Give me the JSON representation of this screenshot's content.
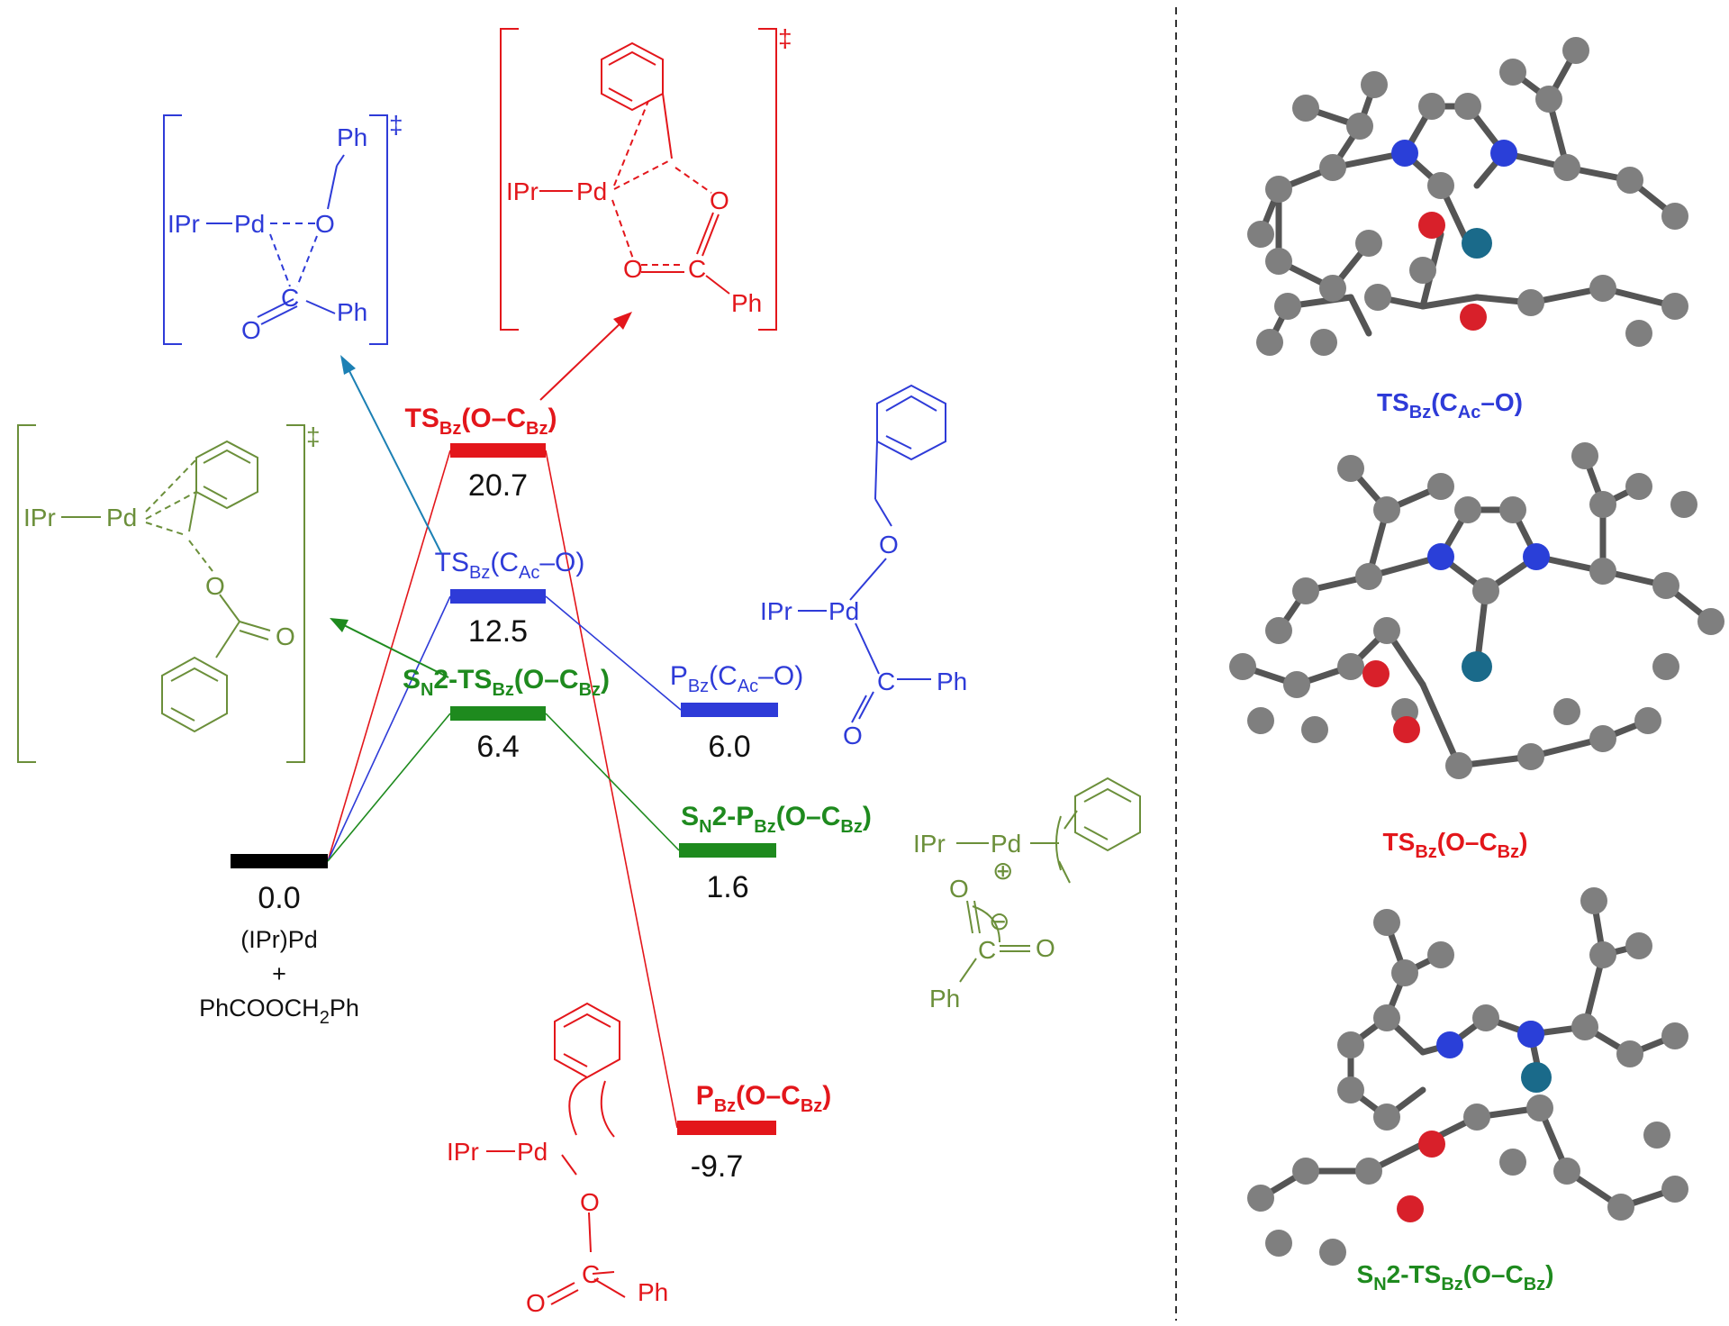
{
  "colors": {
    "black": "#000000",
    "blue": "#2e3bd8",
    "red": "#e3161b",
    "green": "#1e8a1e",
    "olive": "#6b8f3a",
    "steelblue": "#1c80b4",
    "atom_c": "#7f7f7f",
    "atom_n": "#2a3fd8",
    "atom_o": "#d8202a",
    "atom_pd": "#1a6a8a",
    "divider": "#333333"
  },
  "reactant": {
    "energy": "0.0",
    "line1": "(IPr)Pd",
    "line2": "+",
    "line3_pre": "PhCOOCH",
    "line3_sub": "2",
    "line3_post": "Ph"
  },
  "states": {
    "ts_o_cbz": {
      "energy": "20.7",
      "l1": "TS",
      "l1s": "Bz",
      "l2": "(O–C",
      "l2s": "Bz",
      "l3": ")"
    },
    "ts_cac_o": {
      "energy": "12.5",
      "l1": "TS",
      "l1s": "Bz",
      "l2": "(C",
      "l2s": "Ac",
      "l3": "–O)"
    },
    "sn2_ts": {
      "energy": "6.4",
      "p1": "S",
      "p1s": "N",
      "l1": "2-TS",
      "l1s": "Bz",
      "l2": "(O–C",
      "l2s": "Bz",
      "l3": ")"
    },
    "p_cac_o": {
      "energy": "6.0",
      "l1": "P",
      "l1s": "Bz",
      "l2": "(C",
      "l2s": "Ac",
      "l3": "–O)"
    },
    "sn2_p": {
      "energy": "1.6",
      "p1": "S",
      "p1s": "N",
      "l1": "2-P",
      "l1s": "Bz",
      "l2": "(O–C",
      "l2s": "Bz",
      "l3": ")"
    },
    "p_o_cbz": {
      "energy": "-9.7",
      "l1": "P",
      "l1s": "Bz",
      "l2": "(O–C",
      "l2s": "Bz",
      "l3": ")"
    }
  },
  "structures": {
    "ipr": "IPr",
    "pd": "Pd",
    "o": "O",
    "c": "C",
    "ph": "Ph",
    "dagger": "‡",
    "plus": "⊕",
    "minus": "⊖"
  },
  "captions": {
    "cap1": {
      "l1": "TS",
      "l1s": "Bz",
      "l2": "(C",
      "l2s": "Ac",
      "l3": "–O)"
    },
    "cap2": {
      "l1": "TS",
      "l1s": "Bz",
      "l2": "(O–C",
      "l2s": "Bz",
      "l3": ")"
    },
    "cap3": {
      "p1": "S",
      "p1s": "N",
      "l1": "2-TS",
      "l1s": "Bz",
      "l2": "(O–C",
      "l2s": "Bz",
      "l3": ")"
    }
  }
}
